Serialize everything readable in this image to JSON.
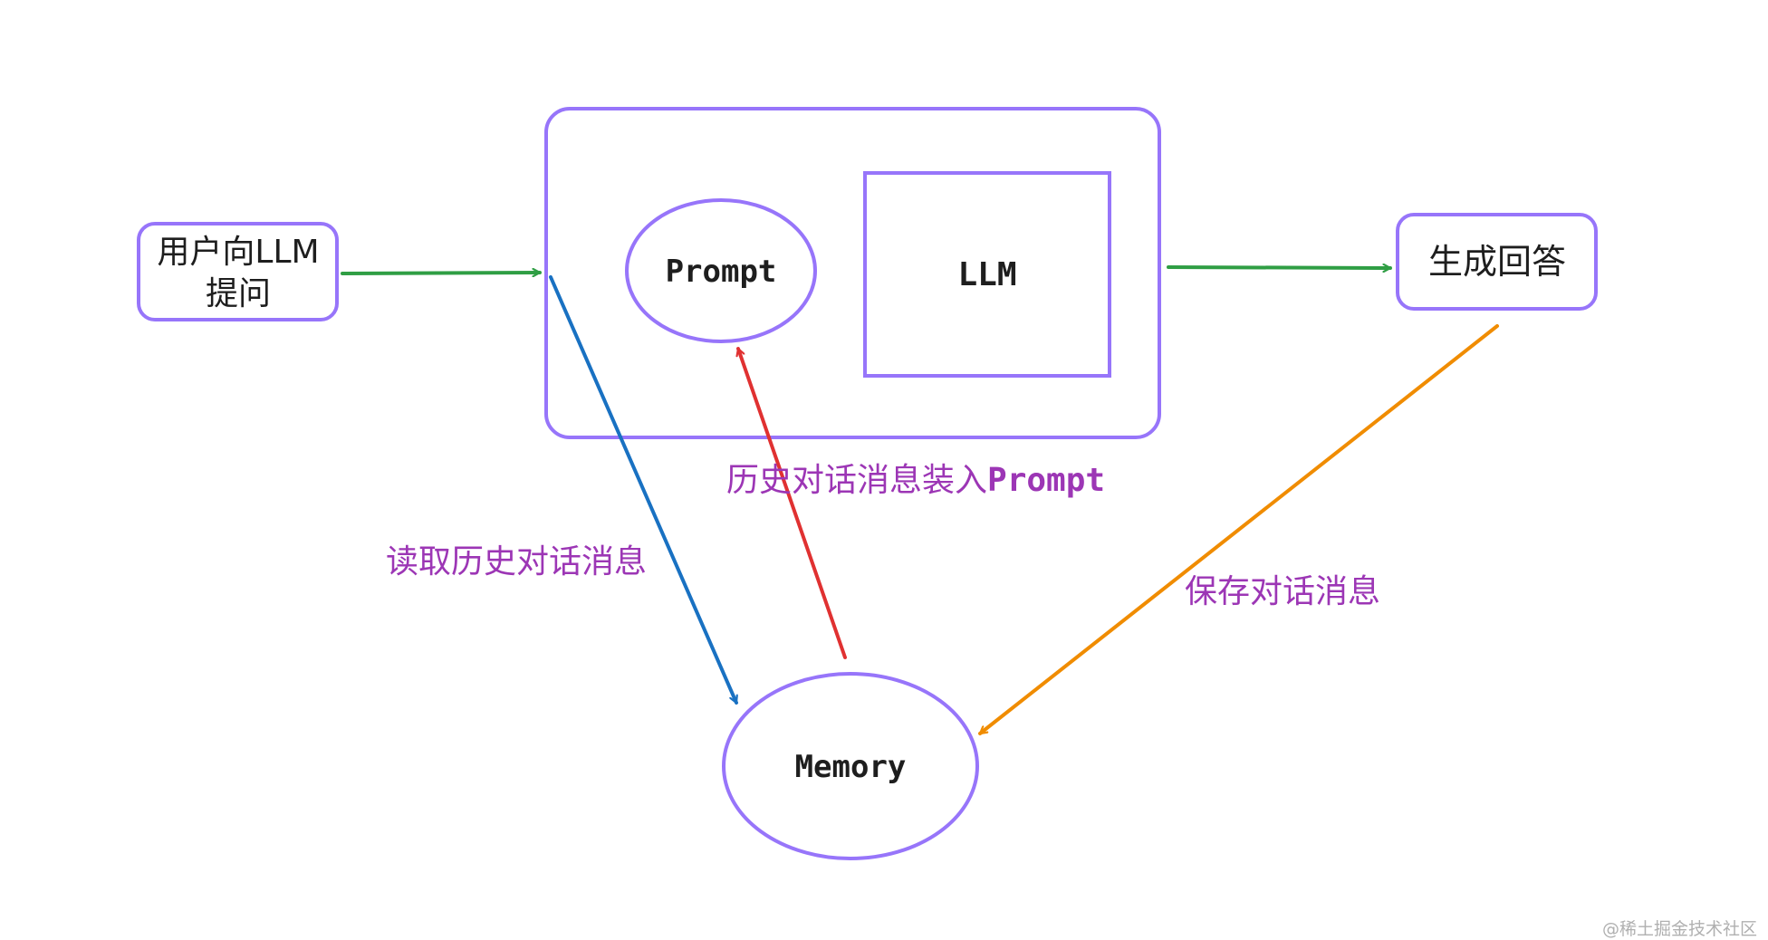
{
  "nodes": {
    "user_question": {
      "line1": "用户向LLM",
      "line2": "提问"
    },
    "prompt": {
      "label": "Prompt"
    },
    "llm": {
      "label": "LLM"
    },
    "answer": {
      "label": "生成回答"
    },
    "memory": {
      "label": "Memory"
    }
  },
  "edges": {
    "read_history": {
      "label": "读取历史对话消息",
      "color": "#1971c2"
    },
    "load_into_prompt": {
      "label_cn": "历史对话消息装入",
      "label_code": "Prompt",
      "color": "#e03131"
    },
    "save_dialog": {
      "label": "保存对话消息",
      "color": "#f08c00"
    },
    "flow_color": "#2f9e44"
  },
  "shape_stroke_color": "#9775fa",
  "label_color": "#9c36b5",
  "watermark": "@稀土掘金技术社区"
}
